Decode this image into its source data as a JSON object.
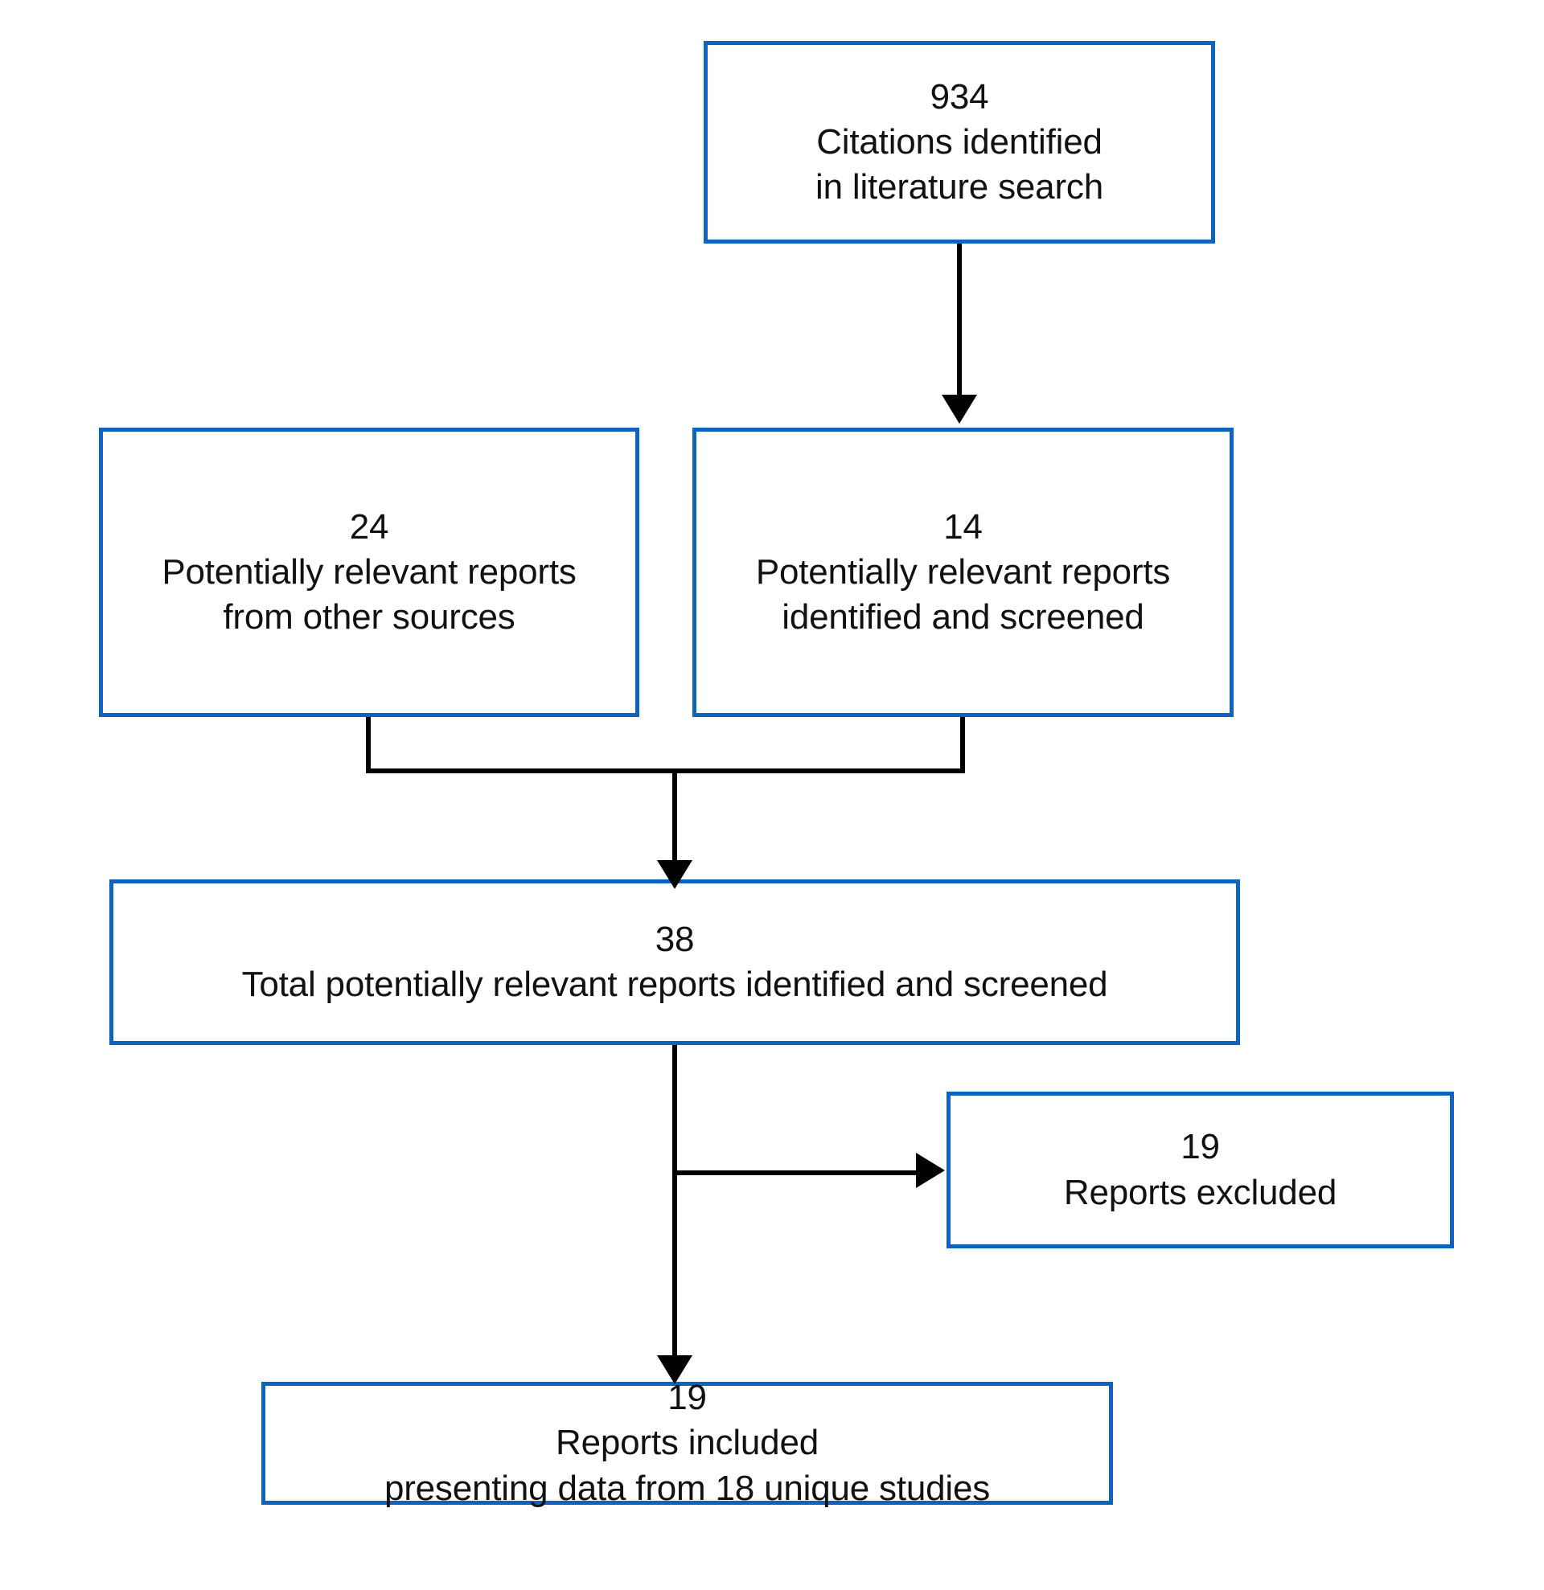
{
  "diagram": {
    "type": "study-selection-flow",
    "title": "Study selection flow diagram",
    "accent_color": "#0d63bd",
    "connector_color": "#000000",
    "background_color": "#ffffff",
    "boxes": [
      {
        "id": "identified",
        "count": "934",
        "line1": "Citations identified",
        "line2": "in literature search"
      },
      {
        "id": "other-sources",
        "count": "24",
        "line1": "Potentially relevant reports",
        "line2": "from other sources"
      },
      {
        "id": "screened",
        "count": "14",
        "line1": "Potentially relevant reports",
        "line2": "identified and screened"
      },
      {
        "id": "total-screened",
        "count": "38",
        "line1": "Total potentially relevant reports identified and screened"
      },
      {
        "id": "excluded",
        "count": "19",
        "line1": "Reports excluded"
      },
      {
        "id": "included",
        "count": "19",
        "line1": "Reports included",
        "line2": "presenting data from 18 unique studies"
      }
    ]
  },
  "chart_data": {
    "type": "diagram",
    "title": "Study selection flow diagram",
    "nodes": [
      {
        "id": "identified",
        "value": 934,
        "label": "Citations identified in literature search"
      },
      {
        "id": "other-sources",
        "value": 24,
        "label": "Potentially relevant reports from other sources"
      },
      {
        "id": "screened",
        "value": 14,
        "label": "Potentially relevant reports identified and screened"
      },
      {
        "id": "total-screened",
        "value": 38,
        "label": "Total potentially relevant reports identified and screened"
      },
      {
        "id": "excluded",
        "value": 19,
        "label": "Reports excluded"
      },
      {
        "id": "included",
        "value": 19,
        "label": "Reports included presenting data from 18 unique studies"
      }
    ],
    "edges": [
      {
        "from": "identified",
        "to": "screened"
      },
      {
        "from": "other-sources",
        "to": "total-screened"
      },
      {
        "from": "screened",
        "to": "total-screened"
      },
      {
        "from": "total-screened",
        "to": "excluded"
      },
      {
        "from": "total-screened",
        "to": "included"
      }
    ]
  }
}
